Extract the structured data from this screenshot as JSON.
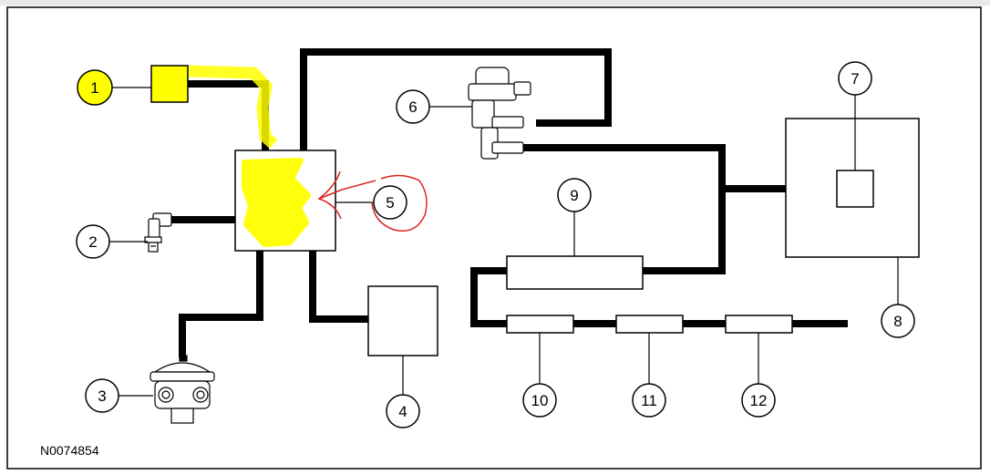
{
  "diagram": {
    "callouts": {
      "c1": "1",
      "c2": "2",
      "c3": "3",
      "c4": "4",
      "c5": "5",
      "c6": "6",
      "c7": "7",
      "c8": "8",
      "c9": "9",
      "c10": "10",
      "c11": "11",
      "c12": "12"
    },
    "figure_code": "N0074854"
  },
  "colors": {
    "line": "#000000",
    "highlight": "#ffff00",
    "annotation": "#e02020"
  }
}
